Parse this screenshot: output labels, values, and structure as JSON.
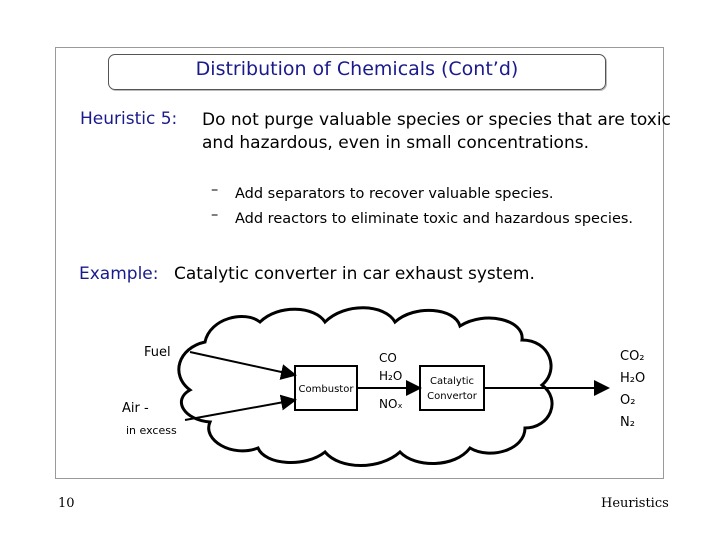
{
  "slide": {
    "title": "Distribution of Chemicals (Cont’d)",
    "heuristic_label": "Heuristic 5:",
    "heuristic_text": "Do not purge valuable species or species that are toxic and hazardous, even in small concentrations.",
    "bullets": [
      {
        "dash": "–",
        "text": "Add separators to recover valuable species."
      },
      {
        "dash": "–",
        "text": "Add reactors to eliminate toxic and hazardous species."
      }
    ],
    "example_label": "Example:",
    "example_text": "Catalytic converter in car exhaust system."
  },
  "diagram": {
    "fuel": "Fuel",
    "air_line1": "Air -",
    "air_line2": "in excess",
    "combustor": "Combustor",
    "converter_line1": "Catalytic",
    "converter_line2": "Convertor",
    "mid_species": [
      "CO",
      "H₂O",
      "NOₓ"
    ],
    "out_species": [
      "CO₂",
      "H₂O",
      "O₂",
      "N₂"
    ]
  },
  "footer": {
    "page_number": "10",
    "section": "Heuristics"
  }
}
